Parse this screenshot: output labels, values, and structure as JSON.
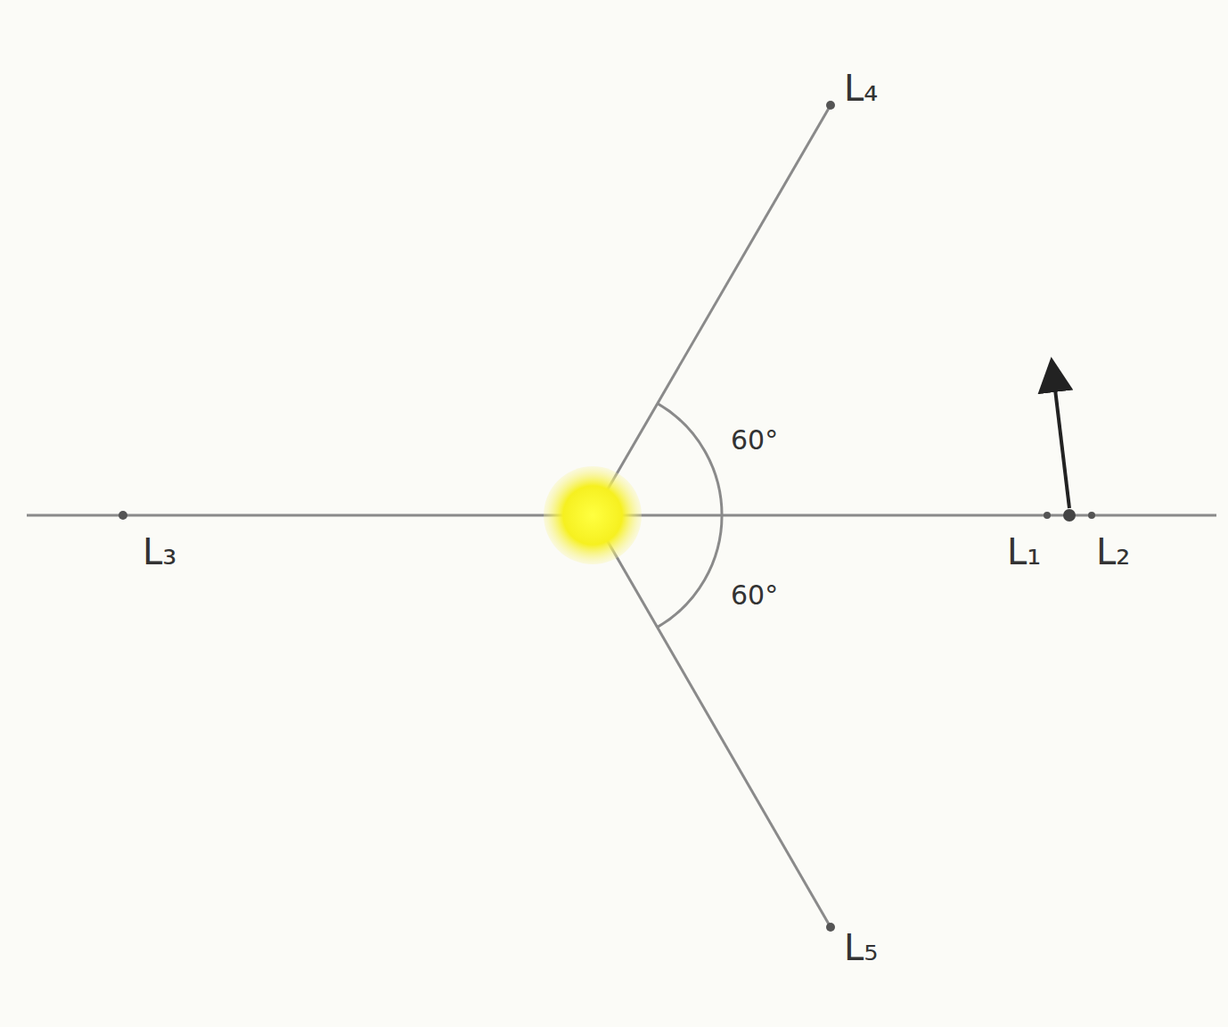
{
  "diagram": {
    "labels": [
      "L₄",
      "60°",
      "60°",
      "L₃",
      "L₁",
      "L₂",
      "L₅"
    ]
  }
}
